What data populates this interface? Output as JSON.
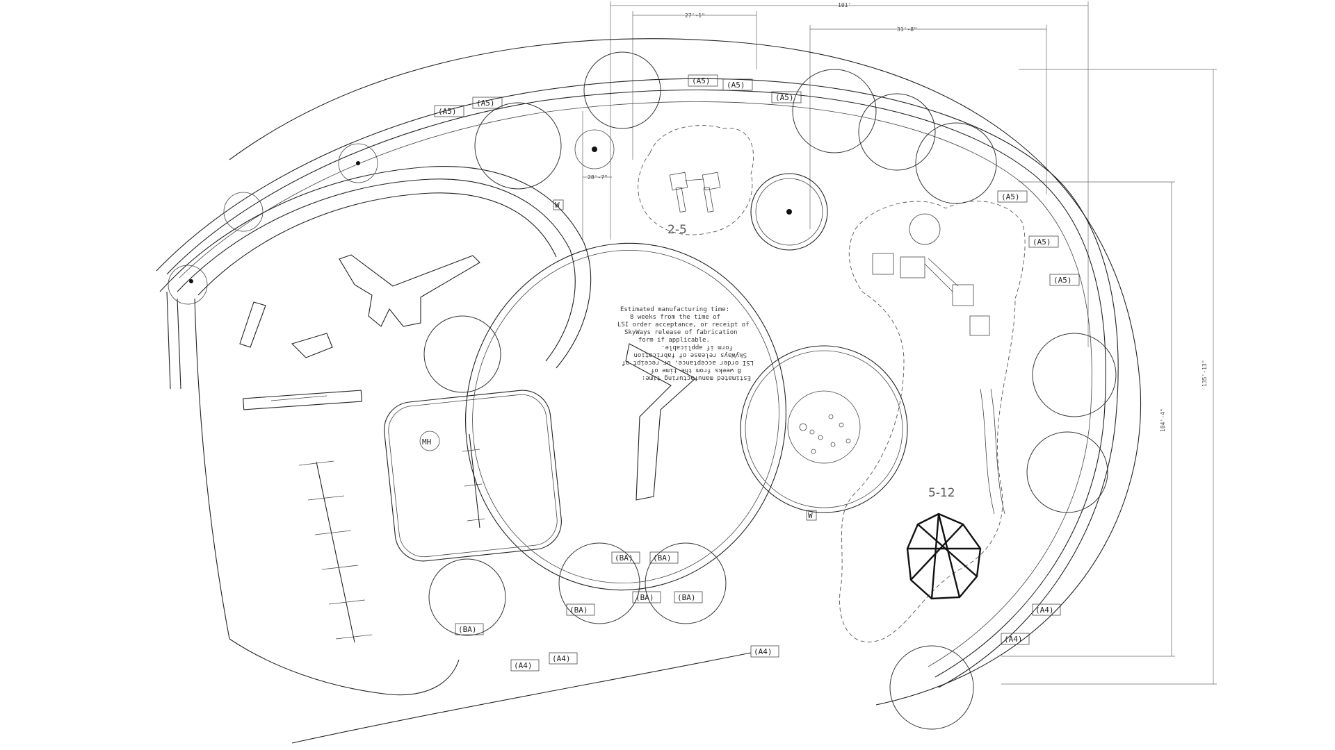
{
  "dimensions": {
    "overall": "101'",
    "top_left": "27'-1\"",
    "top_right": "31'-8\"",
    "small_left": "28'-7\"",
    "right_outer": "135'-13\"",
    "right_inner": "104'-4\""
  },
  "age_zones": {
    "toddler": "2-5",
    "school": "5-12"
  },
  "notes": {
    "manufacturing_upper": [
      "Estimated manufacturing time:",
      "8  weeks from the time of",
      "LSI order acceptance, or receipt of",
      "SkyWays release of fabrication",
      "form if applicable."
    ],
    "manufacturing_lower": [
      "Estimated manufacturing time:",
      "8  weeks from the time of",
      "LSI order acceptance, or receipt of",
      "SkyWays release of fabrication",
      "form if applicable."
    ]
  },
  "bench_tags": {
    "a5": "(A5)",
    "b_a": "(BA)",
    "ba_rot": "(BA)",
    "a4": "(A4)"
  },
  "markers": {
    "w1": "W",
    "mh": "MH",
    "w2": "W"
  }
}
